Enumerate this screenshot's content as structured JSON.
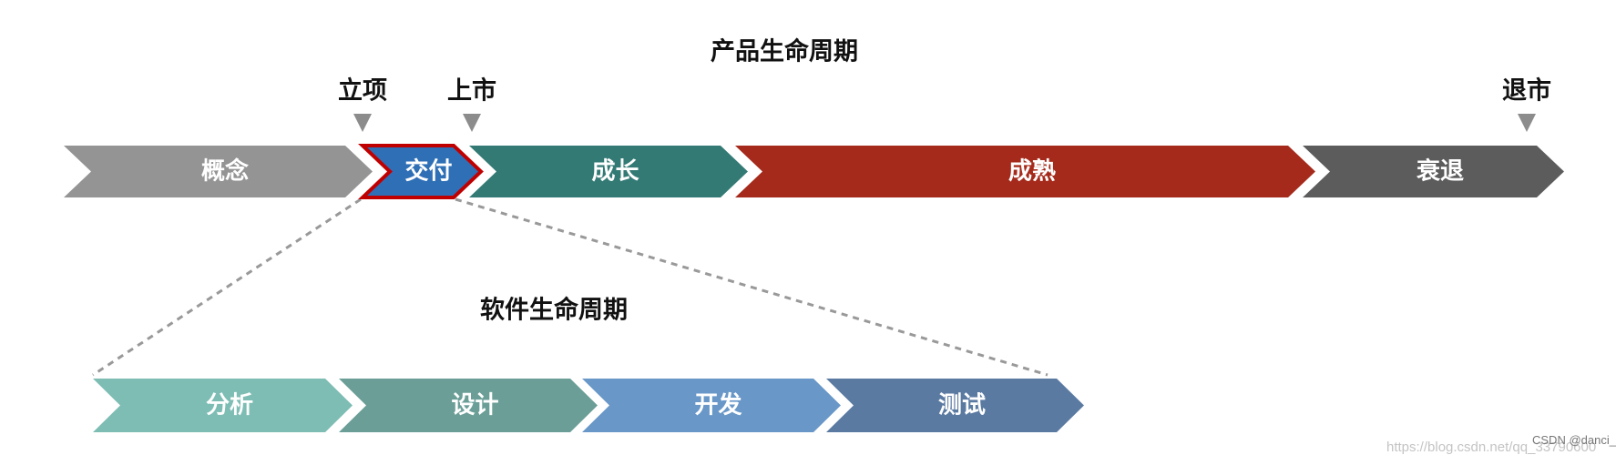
{
  "product_lifecycle": {
    "title": "产品生命周期",
    "milestones": [
      {
        "label": "立项"
      },
      {
        "label": "上市"
      },
      {
        "label": "退市"
      }
    ],
    "stages": [
      {
        "label": "概念",
        "color": "#949494"
      },
      {
        "label": "交付",
        "color": "#2f6fb6",
        "border": "#c00000"
      },
      {
        "label": "成长",
        "color": "#337a75"
      },
      {
        "label": "成熟",
        "color": "#a52a1b"
      },
      {
        "label": "衰退",
        "color": "#5c5c5c"
      }
    ]
  },
  "software_lifecycle": {
    "title": "软件生命周期",
    "stages": [
      {
        "label": "分析",
        "color": "#7dbdb4"
      },
      {
        "label": "设计",
        "color": "#6a9e97"
      },
      {
        "label": "开发",
        "color": "#6897c8"
      },
      {
        "label": "测试",
        "color": "#5a7aa2"
      }
    ]
  },
  "watermark": {
    "author": "CSDN @danci_",
    "url": "https://blog.csdn.net/qq_33790600"
  }
}
